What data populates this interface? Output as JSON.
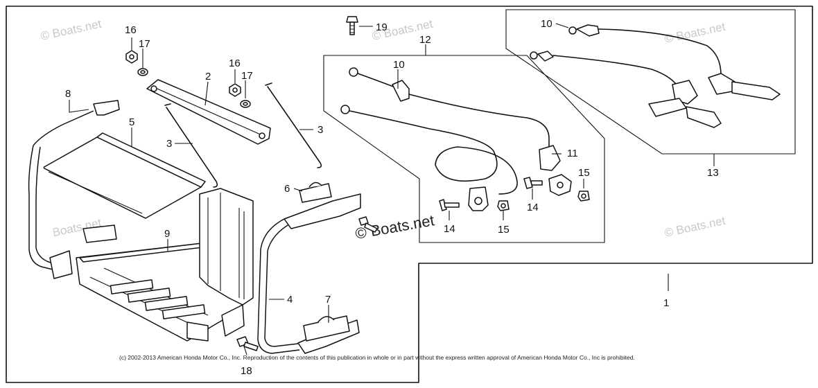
{
  "diagram": {
    "callouts": {
      "c1": "1",
      "c2": "2",
      "c3a": "3",
      "c3b": "3",
      "c4": "4",
      "c5": "5",
      "c6": "6",
      "c7": "7",
      "c8": "8",
      "c9": "9",
      "c10a": "10",
      "c10b": "10",
      "c11": "11",
      "c12": "12",
      "c13": "13",
      "c14a": "14",
      "c14b": "14",
      "c15a": "15",
      "c15b": "15",
      "c16a": "16",
      "c16b": "16",
      "c17a": "17",
      "c17b": "17",
      "c18": "18",
      "c19": "19"
    },
    "watermark": "© Boats.net",
    "copyright": "(c) 2002-2013 American Honda Motor Co., Inc. Reproduction of the contents of this publication in whole or in part without the express written approval of American Honda Motor Co., Inc is prohibited."
  }
}
